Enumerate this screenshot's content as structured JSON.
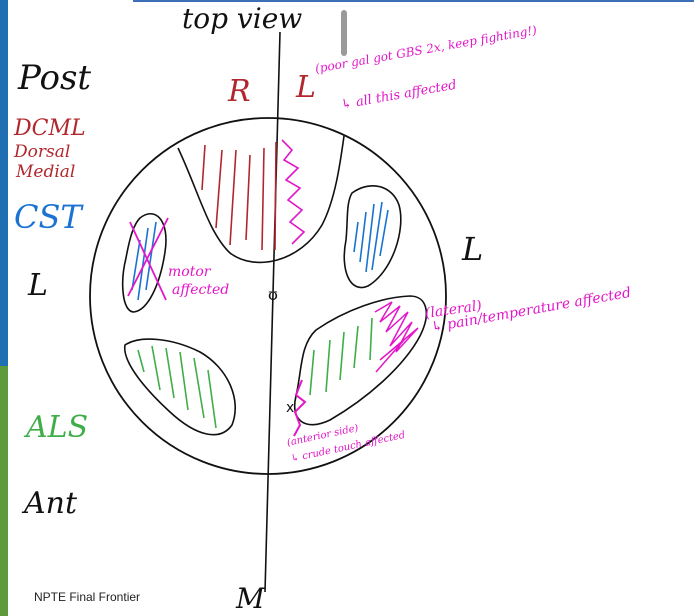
{
  "colors": {
    "black": "#111111",
    "red": "#b0282d",
    "blue": "#1a73d1",
    "green": "#3fae49",
    "magenta": "#e316c9"
  },
  "labels": {
    "top_view": "top view",
    "side_R": "R",
    "side_L_top": "L",
    "side_L_right": "L",
    "bottom_M": "M",
    "post": "Post",
    "dcml": "DCML",
    "dorsal": "Dorsal",
    "medial": "Medial",
    "cst": "CST",
    "left_L": "L",
    "als": "ALS",
    "ant": "Ant"
  },
  "annotations": {
    "poor_gal": "(poor gal got GBS 2x, keep fighting!)",
    "all_affected": "↳ all this affected",
    "motor": "motor",
    "affected": "affected",
    "lateral": "(lateral)",
    "pain": "↳ pain/temperature affected",
    "anterior": "(anterior side)",
    "crude": "↳ crude touch affected"
  },
  "footer": "NPTE Final Frontier"
}
